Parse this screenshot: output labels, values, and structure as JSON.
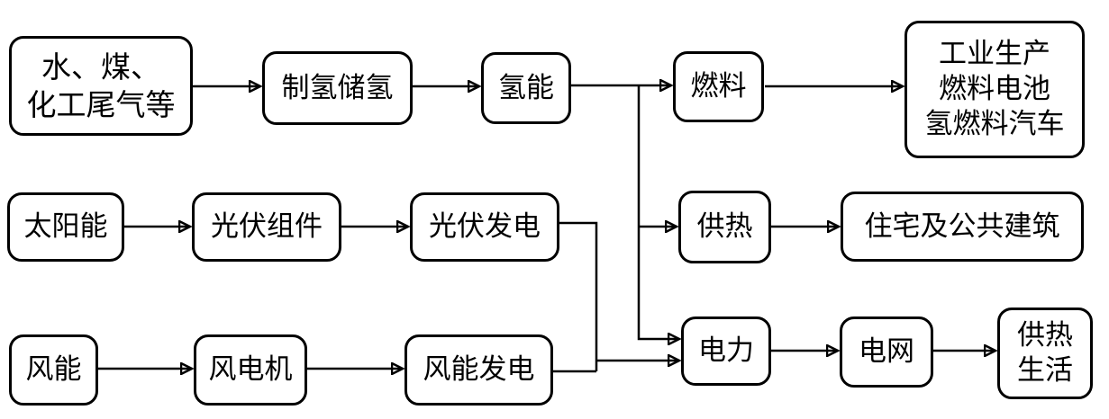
{
  "colors": {
    "background": "#ffffff",
    "box_border": "#000000",
    "text": "#000000",
    "connector": "#000000"
  },
  "diagram": {
    "title": "",
    "nodes": [
      {
        "id": "sources",
        "label": "水、煤、\n化工尾气等"
      },
      {
        "id": "hydrogen-production",
        "label": "制氢储氢"
      },
      {
        "id": "hydrogen-energy",
        "label": "氢能"
      },
      {
        "id": "fuel",
        "label": "燃料"
      },
      {
        "id": "industry-uses",
        "label": "工业生产\n燃料电池\n氢燃料汽车"
      },
      {
        "id": "solar-energy",
        "label": "太阳能"
      },
      {
        "id": "pv-module",
        "label": "光伏组件"
      },
      {
        "id": "pv-generation",
        "label": "光伏发电"
      },
      {
        "id": "heating",
        "label": "供热"
      },
      {
        "id": "buildings",
        "label": "住宅及公共建筑"
      },
      {
        "id": "wind-energy",
        "label": "风能"
      },
      {
        "id": "wind-turbine",
        "label": "风电机"
      },
      {
        "id": "wind-generation",
        "label": "风能发电"
      },
      {
        "id": "electricity",
        "label": "电力"
      },
      {
        "id": "power-grid",
        "label": "电网"
      },
      {
        "id": "heat-life",
        "label": "供热\n生活"
      }
    ],
    "edges": [
      {
        "from": "sources",
        "to": "hydrogen-production"
      },
      {
        "from": "hydrogen-production",
        "to": "hydrogen-energy"
      },
      {
        "from": "hydrogen-energy",
        "to": "fuel"
      },
      {
        "from": "fuel",
        "to": "industry-uses"
      },
      {
        "from": "hydrogen-energy",
        "to": "heating"
      },
      {
        "from": "hydrogen-energy",
        "to": "electricity"
      },
      {
        "from": "solar-energy",
        "to": "pv-module"
      },
      {
        "from": "pv-module",
        "to": "pv-generation"
      },
      {
        "from": "pv-generation",
        "to": "electricity"
      },
      {
        "from": "heating",
        "to": "buildings"
      },
      {
        "from": "wind-energy",
        "to": "wind-turbine"
      },
      {
        "from": "wind-turbine",
        "to": "wind-generation"
      },
      {
        "from": "wind-generation",
        "to": "electricity"
      },
      {
        "from": "electricity",
        "to": "power-grid"
      },
      {
        "from": "power-grid",
        "to": "heat-life"
      }
    ]
  }
}
